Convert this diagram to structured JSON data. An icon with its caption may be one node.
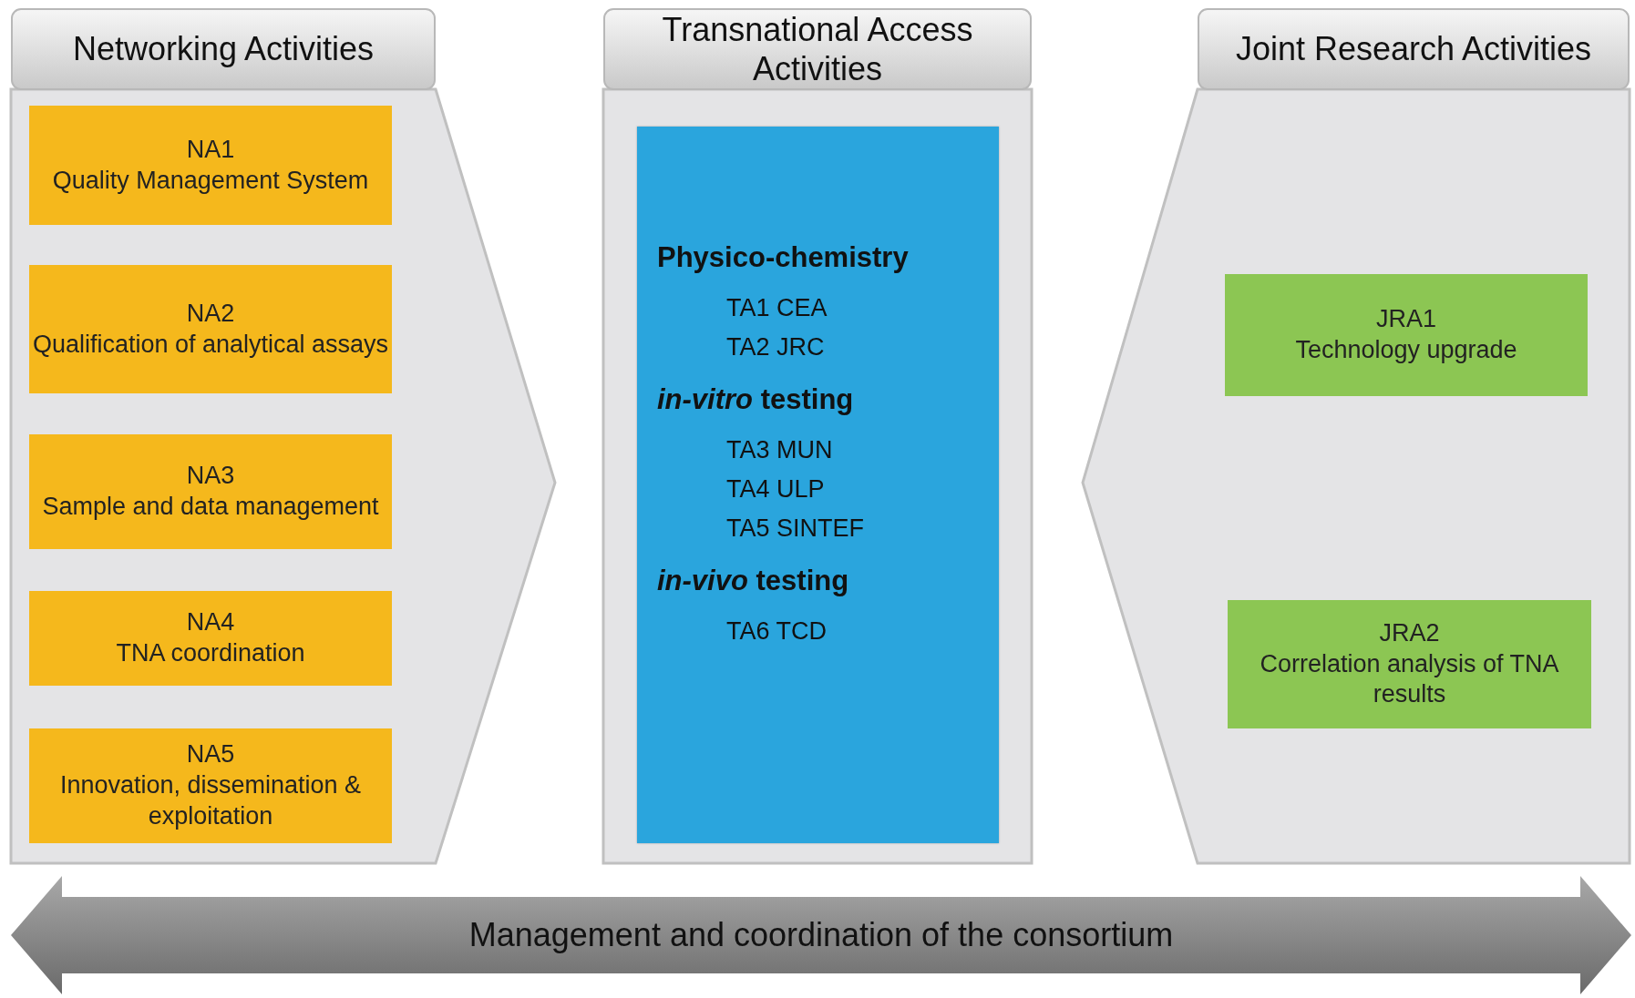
{
  "diagram": {
    "nodes": [
      {
        "text": [
          "Networking Activities"
        ]
      },
      {
        "text": [
          "NA1",
          "Quality Management System"
        ],
        "in": 0
      },
      {
        "text": [
          "NA2",
          "Qualification of analytical assays"
        ],
        "in": 0
      },
      {
        "text": [
          "NA3",
          "Sample and data management"
        ],
        "in": 0
      },
      {
        "text": [
          "NA4",
          "TNA coordination"
        ],
        "in": 0
      },
      {
        "text": [
          "NA5",
          "Innovation, dissemination & exploitation"
        ],
        "in": 0
      },
      {
        "text": [
          "Transnational Access Activities"
        ]
      },
      {
        "text": [
          "Physico-chemistry",
          "TA1 CEA",
          "TA2 JRC",
          "*in-vitro* testing",
          "TA3 MUN",
          "TA4 ULP",
          "TA5 SINTEF",
          "*in-vivo* testing",
          "TA6 TCD"
        ],
        "in": 6
      },
      {
        "text": [
          "Joint Research Activities"
        ]
      },
      {
        "text": [
          "JRA1",
          "Technology upgrade"
        ],
        "in": 8
      },
      {
        "text": [
          "JRA2",
          "Correlation analysis of TNA results"
        ],
        "in": 8
      },
      {
        "text": [
          "Management and coordination of the consortium"
        ]
      }
    ]
  }
}
